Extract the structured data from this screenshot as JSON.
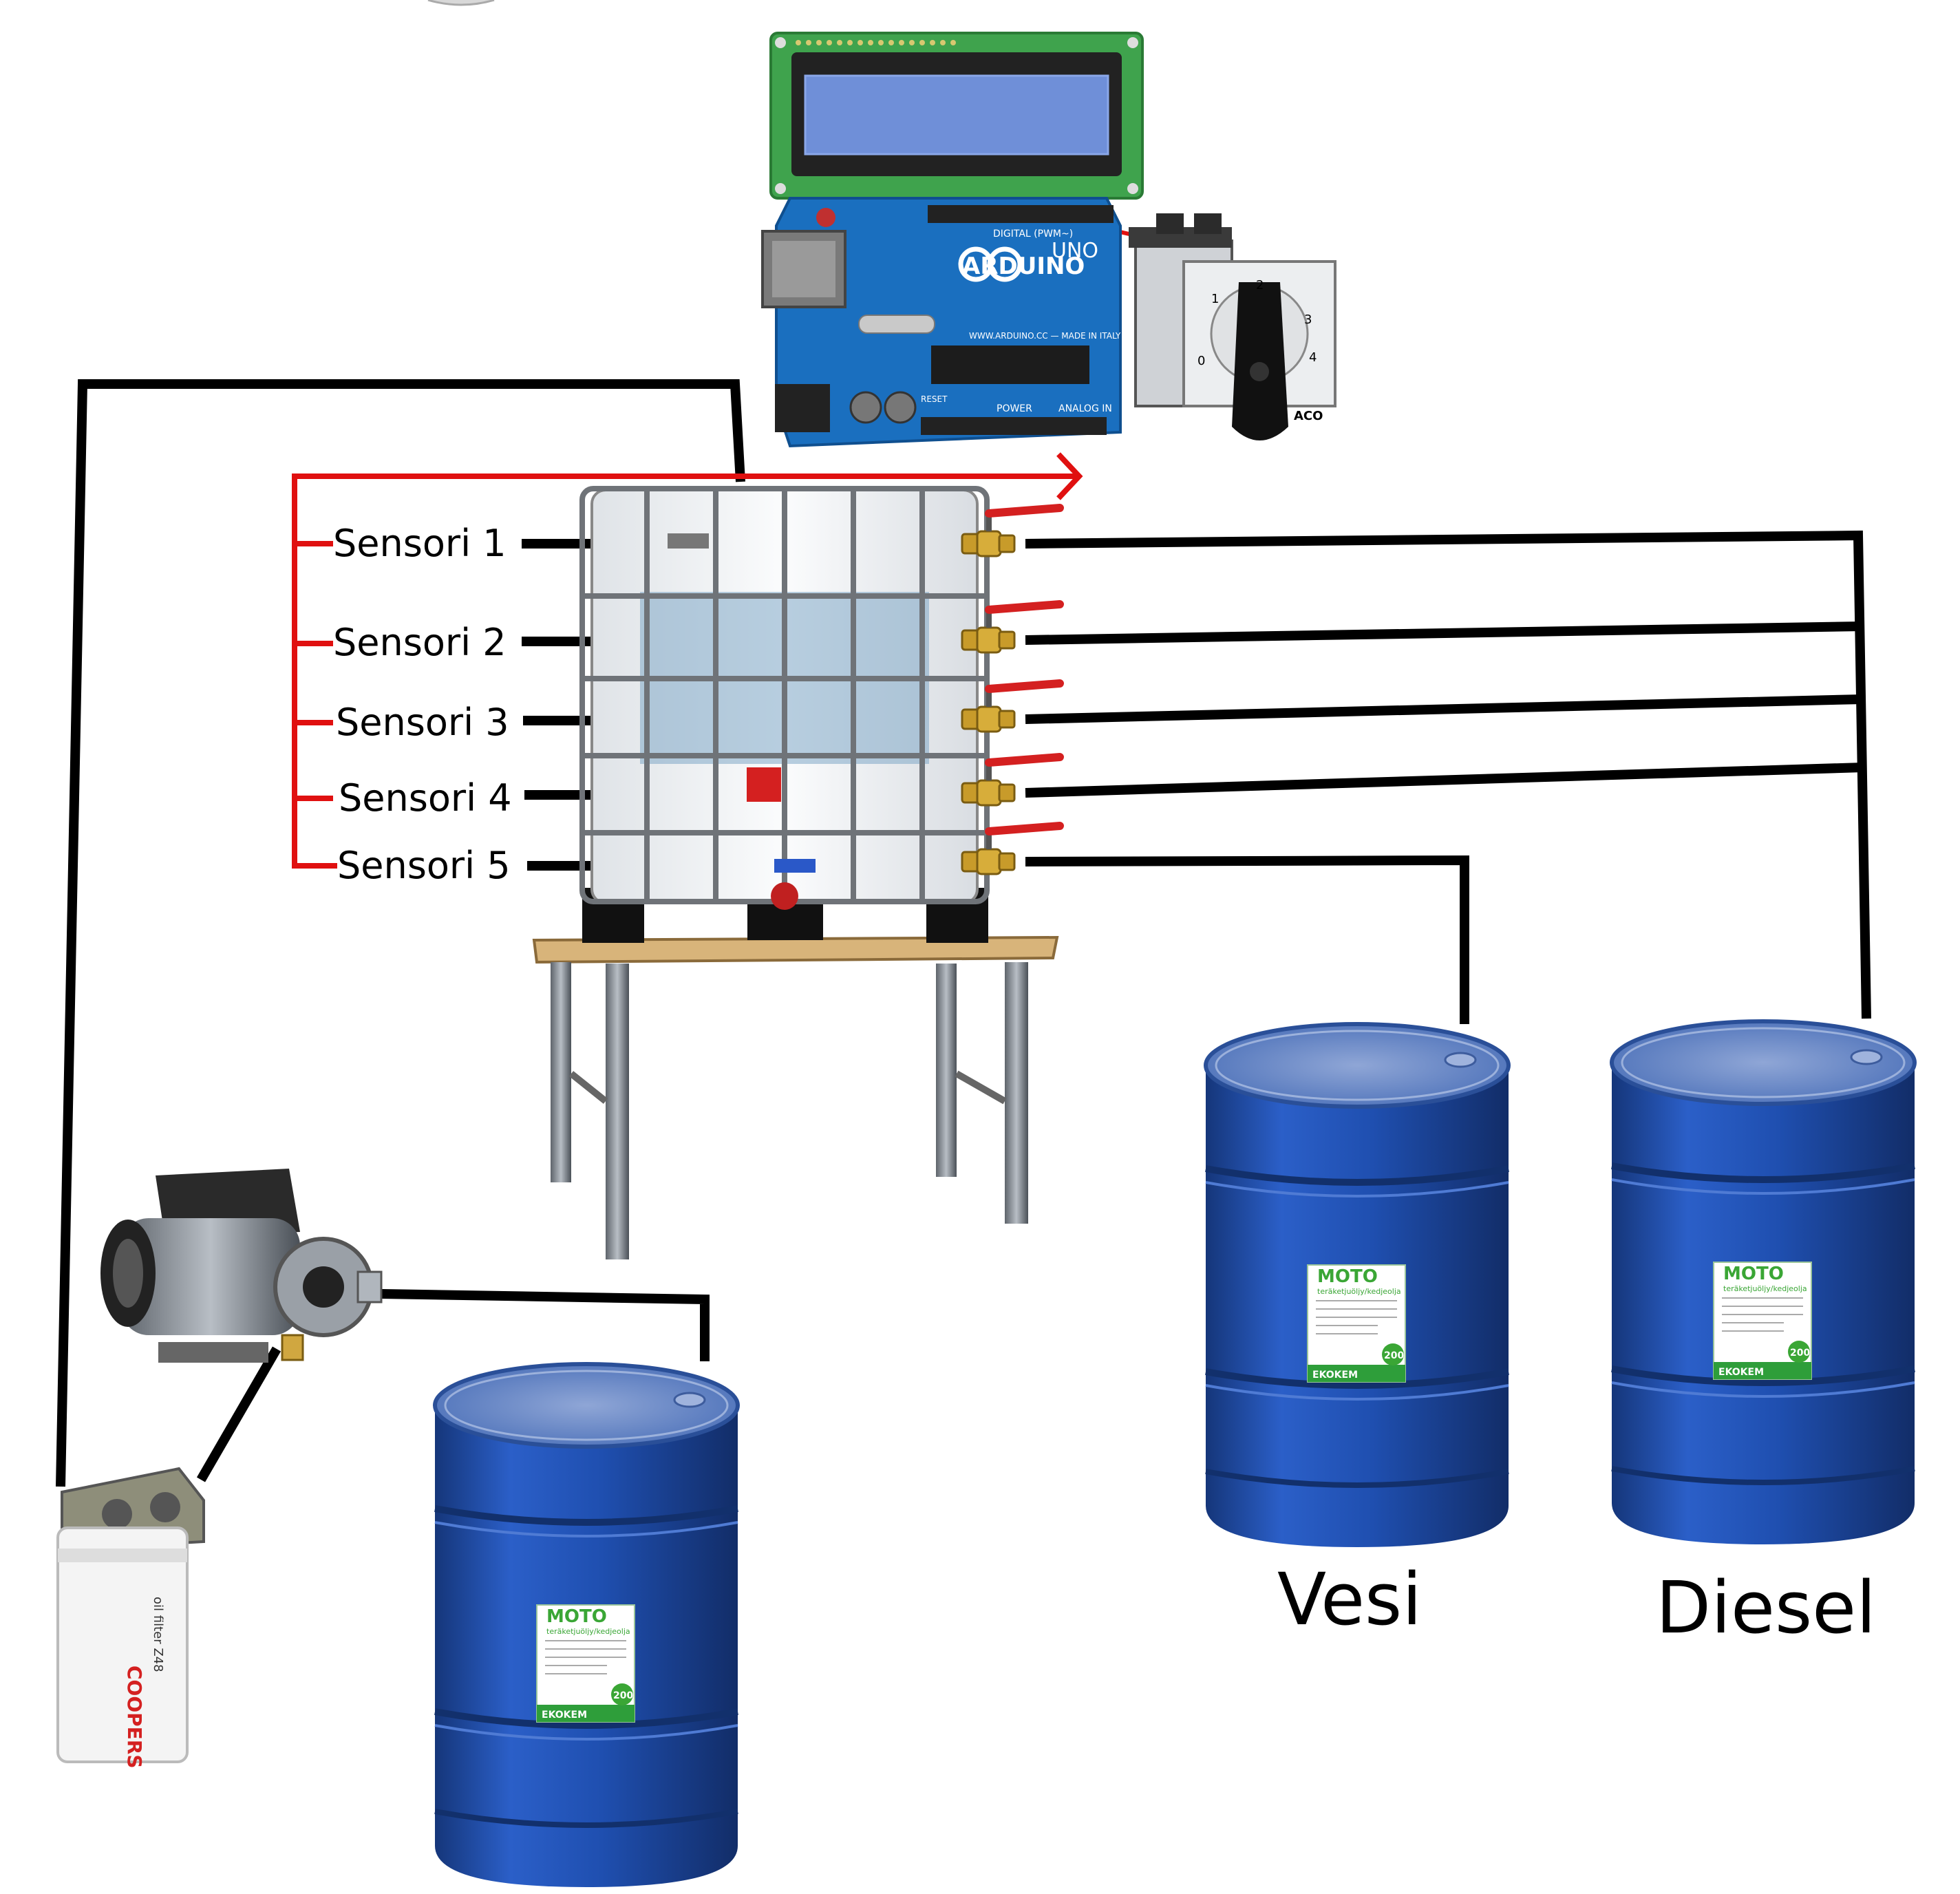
{
  "colors": {
    "wire": "#000000",
    "signal_wire": "#e01010",
    "drum_blue": "#1f4fb0",
    "drum_dark": "#173a85",
    "pcb_blue": "#1a6fbf",
    "lcd_green": "#3fa34d",
    "lcd_screen": "#6f8fd8",
    "tank_white": "#f2f4f6",
    "valve_red": "#d42020",
    "label_green": "#3aa635"
  },
  "labels": {
    "sensors": [
      "Sensori 1",
      "Sensori 2",
      "Sensori 3",
      "Sensori 4",
      "Sensori 5"
    ],
    "vesi": "Vesi",
    "diesel": "Diesel"
  },
  "arduino": {
    "brand": "ARDUINO",
    "model": "UNO",
    "headers": [
      "DIGITAL (PWM~)",
      "POWER",
      "ANALOG IN",
      "RESET"
    ],
    "website": "WWW.ARDUINO.CC — MADE IN ITALY"
  },
  "switch": {
    "positions": [
      "0",
      "1",
      "2",
      "3",
      "4"
    ],
    "brand": "ACO"
  },
  "drum_label": {
    "title": "MOTO",
    "subtitle": "teräketjuöljy/kedjeolja",
    "brand": "EKOKEM",
    "volume": "200"
  },
  "filter": {
    "brand": "COOPERS",
    "text": "oil filter  Z48"
  },
  "icons": [
    "lcd-display-icon",
    "arduino-board-icon",
    "rotary-switch-icon",
    "ibc-tank-icon",
    "workbench-icon",
    "ball-valve-icon",
    "oil-drum-icon",
    "electric-pump-icon",
    "oil-filter-icon"
  ]
}
